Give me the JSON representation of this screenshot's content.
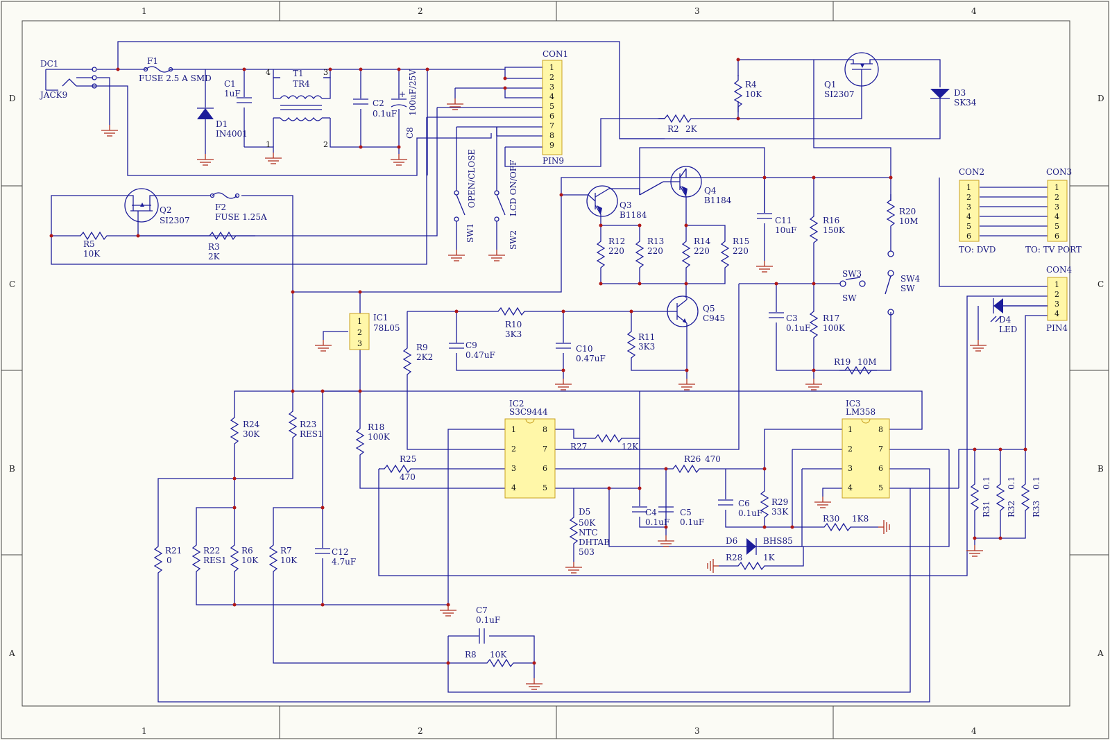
{
  "frame": {
    "cols": [
      "1",
      "2",
      "3",
      "4"
    ],
    "rows": [
      "D",
      "C",
      "B",
      "A"
    ]
  },
  "components": [
    {
      "id": "DC1",
      "ref": "DC1",
      "value": "JACK9"
    },
    {
      "id": "F1",
      "ref": "F1",
      "value": "FUSE 2.5 A SMD"
    },
    {
      "id": "C1",
      "ref": "C1",
      "value": "1uF"
    },
    {
      "id": "D1",
      "ref": "D1",
      "value": "IN4001"
    },
    {
      "id": "T1",
      "ref": "T1",
      "value": "TR4"
    },
    {
      "id": "C2",
      "ref": "C2",
      "value": "0.1uF"
    },
    {
      "id": "C8",
      "ref": "C8",
      "value": "100uF/25V"
    },
    {
      "id": "CON1",
      "ref": "CON1",
      "value": "PIN9"
    },
    {
      "id": "R4",
      "ref": "R4",
      "value": "10K"
    },
    {
      "id": "Q1",
      "ref": "Q1",
      "value": "SI2307"
    },
    {
      "id": "D3",
      "ref": "D3",
      "value": "SK34"
    },
    {
      "id": "R2",
      "ref": "R2",
      "value": "2K"
    },
    {
      "id": "Q2",
      "ref": "Q2",
      "value": "SI2307"
    },
    {
      "id": "F2",
      "ref": "F2",
      "value": "FUSE 1.25A"
    },
    {
      "id": "R5",
      "ref": "R5",
      "value": "10K"
    },
    {
      "id": "R3",
      "ref": "R3",
      "value": "2K"
    },
    {
      "id": "SW1",
      "ref": "SW1",
      "value": "OPEN/CLOSE"
    },
    {
      "id": "SW2",
      "ref": "SW2",
      "value": "LCD ON/OFF"
    },
    {
      "id": "Q3",
      "ref": "Q3",
      "value": "B1184"
    },
    {
      "id": "Q4",
      "ref": "Q4",
      "value": "B1184"
    },
    {
      "id": "C11",
      "ref": "C11",
      "value": "10uF"
    },
    {
      "id": "R16",
      "ref": "R16",
      "value": "150K"
    },
    {
      "id": "R20",
      "ref": "R20",
      "value": "10M"
    },
    {
      "id": "R12",
      "ref": "R12",
      "value": "220"
    },
    {
      "id": "R13",
      "ref": "R13",
      "value": "220"
    },
    {
      "id": "R14",
      "ref": "R14",
      "value": "220"
    },
    {
      "id": "R15",
      "ref": "R15",
      "value": "220"
    },
    {
      "id": "CON2",
      "ref": "CON2",
      "value": "TO: DVD"
    },
    {
      "id": "CON3",
      "ref": "CON3",
      "value": "TO: TV PORT"
    },
    {
      "id": "CON4",
      "ref": "CON4",
      "value": "PIN4"
    },
    {
      "id": "SW3",
      "ref": "SW3",
      "value": "SW"
    },
    {
      "id": "SW4",
      "ref": "SW4",
      "value": "SW"
    },
    {
      "id": "D4",
      "ref": "D4",
      "value": "LED"
    },
    {
      "id": "IC1",
      "ref": "IC1",
      "value": "78L05"
    },
    {
      "id": "R10",
      "ref": "R10",
      "value": "3K3"
    },
    {
      "id": "Q5",
      "ref": "Q5",
      "value": "C945"
    },
    {
      "id": "R9",
      "ref": "R9",
      "value": "2K2"
    },
    {
      "id": "C9",
      "ref": "C9",
      "value": "0.47uF"
    },
    {
      "id": "C10",
      "ref": "C10",
      "value": "0.47uF"
    },
    {
      "id": "R11",
      "ref": "R11",
      "value": "3K3"
    },
    {
      "id": "C3",
      "ref": "C3",
      "value": "0.1uF"
    },
    {
      "id": "R17",
      "ref": "R17",
      "value": "100K"
    },
    {
      "id": "R19",
      "ref": "R19",
      "value": "10M"
    },
    {
      "id": "IC2",
      "ref": "IC2",
      "value": "S3C9444"
    },
    {
      "id": "IC3",
      "ref": "IC3",
      "value": "LM358"
    },
    {
      "id": "R24",
      "ref": "R24",
      "value": "30K"
    },
    {
      "id": "R23",
      "ref": "R23",
      "value": "RES1"
    },
    {
      "id": "R18",
      "ref": "R18",
      "value": "100K"
    },
    {
      "id": "R27",
      "ref": "R27",
      "value": "12K"
    },
    {
      "id": "R25",
      "ref": "R25",
      "value": "470"
    },
    {
      "id": "R26",
      "ref": "R26",
      "value": "470"
    },
    {
      "id": "C6",
      "ref": "C6",
      "value": "0.1uF"
    },
    {
      "id": "R29",
      "ref": "R29",
      "value": "33K"
    },
    {
      "id": "C4",
      "ref": "C4",
      "value": "0.1uF"
    },
    {
      "id": "C5",
      "ref": "C5",
      "value": "0.1uF"
    },
    {
      "id": "D5",
      "ref": "D5",
      "value": "50K NTC DHTAB 503"
    },
    {
      "id": "R30",
      "ref": "R30",
      "value": "1K8"
    },
    {
      "id": "D6",
      "ref": "D6",
      "value": "BHS85"
    },
    {
      "id": "R28",
      "ref": "R28",
      "value": "1K"
    },
    {
      "id": "R31",
      "ref": "R31",
      "value": "0.1"
    },
    {
      "id": "R32",
      "ref": "R32",
      "value": "0.1"
    },
    {
      "id": "R33",
      "ref": "R33",
      "value": "0.1"
    },
    {
      "id": "R21",
      "ref": "R21",
      "value": "0"
    },
    {
      "id": "R22",
      "ref": "R22",
      "value": "RES1"
    },
    {
      "id": "R6",
      "ref": "R6",
      "value": "10K"
    },
    {
      "id": "R7",
      "ref": "R7",
      "value": "10K"
    },
    {
      "id": "C12",
      "ref": "C12",
      "value": "4.7uF"
    },
    {
      "id": "C7",
      "ref": "C7",
      "value": "0.1uF"
    },
    {
      "id": "R8",
      "ref": "R8",
      "value": "10K"
    }
  ],
  "pins": {
    "con1": [
      "1",
      "2",
      "3",
      "4",
      "5",
      "6",
      "7",
      "8",
      "9"
    ],
    "con2": [
      "1",
      "2",
      "3",
      "4",
      "5",
      "6"
    ],
    "con3": [
      "1",
      "2",
      "3",
      "4",
      "5",
      "6"
    ],
    "con4": [
      "1",
      "2",
      "3",
      "4"
    ],
    "ic1": [
      "1",
      "2",
      "3"
    ],
    "ic_left": [
      "1",
      "2",
      "3",
      "4"
    ],
    "ic_right": [
      "8",
      "7",
      "6",
      "5"
    ],
    "t1": [
      "4",
      "3",
      "1",
      "2"
    ]
  }
}
